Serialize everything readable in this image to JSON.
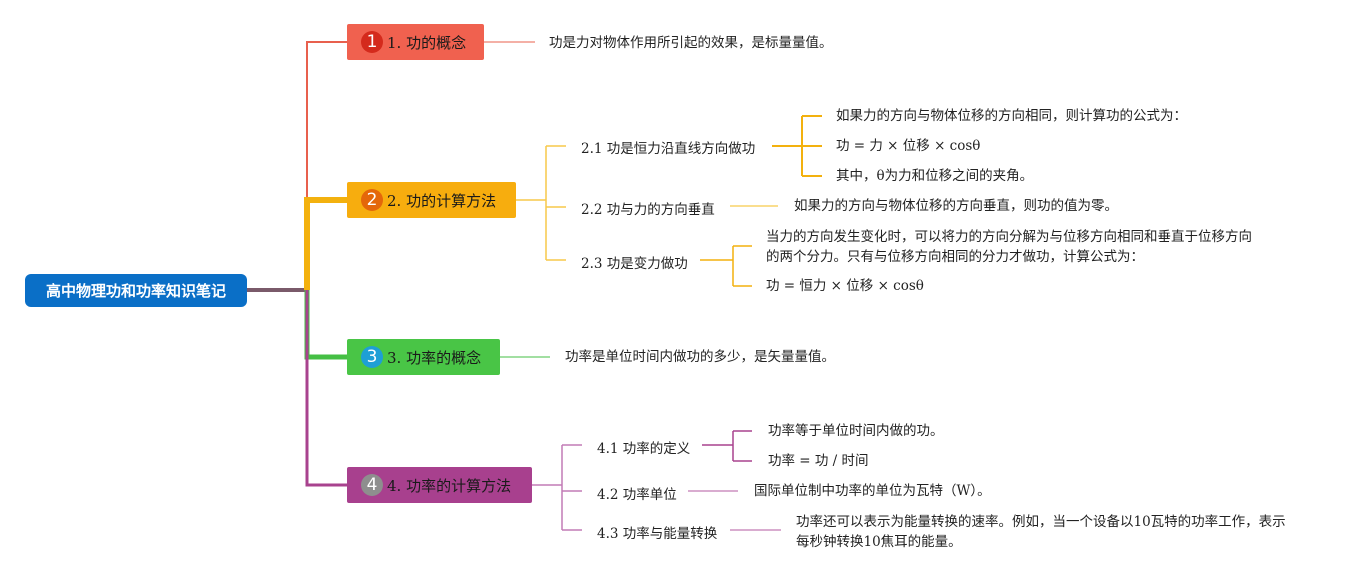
{
  "root": {
    "label": "高中物理功和功率知识笔记"
  },
  "colors": {
    "root": "#0a6fc7",
    "branch1": "#f0614f",
    "branch1_line": "#e8604e",
    "badge1": "#d42a1c",
    "branch2": "#f7ad0e",
    "branch2_line": "#f3b10e",
    "badge2": "#e4670a",
    "branch3": "#49c546",
    "branch3_line": "#45bf44",
    "badge3": "#1e9fd6",
    "branch4": "#a8408e",
    "branch4_line": "#a8428e",
    "badge4": "#8e8e8e"
  },
  "branches": [
    {
      "number": "1",
      "label": "1. 功的概念",
      "leaf": "功是力对物体作用所引起的效果，是标量量值。"
    },
    {
      "number": "2",
      "label": "2. 功的计算方法",
      "subs": [
        {
          "label": "2.1 功是恒力沿直线方向做功",
          "leaves": [
            "如果力的方向与物体位移的方向相同，则计算功的公式为：",
            "功 = 力 × 位移 × cosθ",
            "其中，θ为力和位移之间的夹角。"
          ]
        },
        {
          "label": "2.2 功与力的方向垂直",
          "leaves": [
            "如果力的方向与物体位移的方向垂直，则功的值为零。"
          ]
        },
        {
          "label": "2.3 功是变力做功",
          "leaves": [
            "当力的方向发生变化时，可以将力的方向分解为与位移方向相同和垂直于位移方向的两个分力。只有与位移方向相同的分力才做功，计算公式为：",
            "功 = 恒力 × 位移 × cosθ"
          ]
        }
      ]
    },
    {
      "number": "3",
      "label": "3. 功率的概念",
      "leaf": "功率是单位时间内做功的多少，是矢量量值。"
    },
    {
      "number": "4",
      "label": "4. 功率的计算方法",
      "subs": [
        {
          "label": "4.1 功率的定义",
          "leaves": [
            "功率等于单位时间内做的功。",
            "功率 = 功 / 时间"
          ]
        },
        {
          "label": "4.2 功率单位",
          "leaves": [
            "国际单位制中功率的单位为瓦特（W）。"
          ]
        },
        {
          "label": "4.3 功率与能量转换",
          "leaves": [
            "功率还可以表示为能量转换的速率。例如，当一个设备以10瓦特的功率工作，表示每秒钟转换10焦耳的能量。"
          ]
        }
      ]
    }
  ]
}
